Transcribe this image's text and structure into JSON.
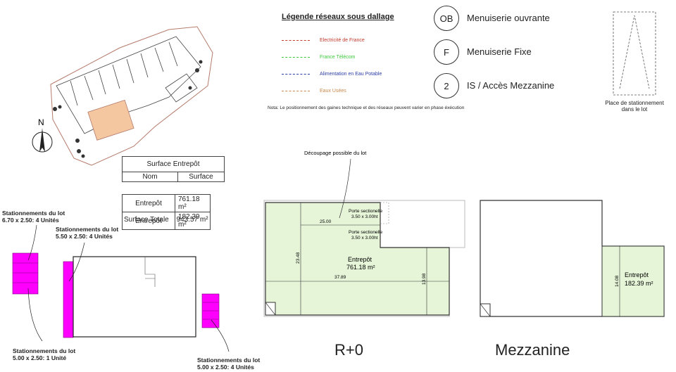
{
  "legend": {
    "title": "Légende réseaux sous dallage",
    "items": [
      {
        "label": "Electricité de France",
        "color": "#c0392b"
      },
      {
        "label": "France Télécom",
        "color": "#3cc83c"
      },
      {
        "label": "Alimentation en Eau Potable",
        "color": "#2c3ea8"
      },
      {
        "label": "Eaux Usées",
        "color": "#c8874a"
      }
    ],
    "note": "Nota: Le positionnement des gaines technique et des réseaux peuvent varier en phase éxécution"
  },
  "symbols": [
    {
      "code": "OB",
      "label": "Menuiserie ouvrante"
    },
    {
      "code": "F",
      "label": "Menuiserie Fixe"
    },
    {
      "code": "2",
      "label": "IS / Accès Mezzanine"
    }
  ],
  "parking_legend_label": "Place de stationnement dans le lot",
  "surface_table": {
    "title": "Surface Entrepôt",
    "headers": [
      "Nom",
      "Surface"
    ],
    "rows": [
      {
        "name": "Entrepôt",
        "surface": "761.18 m²"
      },
      {
        "name": "Entrepôt",
        "surface": "182.39 m²"
      }
    ],
    "total_label": "Surface Totale",
    "total_value": "943.57 m²"
  },
  "parking": [
    {
      "line1": "Stationnements du lot",
      "line2": "6.70 x 2.50: 4 Unités"
    },
    {
      "line1": "Stationnements du lot",
      "line2": "5.50 x 2.50: 4 Unités"
    },
    {
      "line1": "Stationnements du lot",
      "line2": "5.00 x 2.50: 1 Unité"
    },
    {
      "line1": "Stationnements du lot",
      "line2": "5.00 x 2.50: 4 Unités"
    }
  ],
  "site_plan": {
    "north_label": "N"
  },
  "r0": {
    "cut_label": "Découpage possible du lot",
    "door1_line1": "Porte sectionelle",
    "door1_line2": "3.50 x 3.00ht",
    "door2_line1": "Porte sectionelle",
    "door2_line2": "3.50 x 3.00ht",
    "dim_top": "25.00",
    "dim_width": "37.89",
    "dim_left": "23.48",
    "dim_right": "13.98",
    "room_name": "Entrepôt",
    "room_area": "761.18 m²",
    "caption": "R+0"
  },
  "mezz": {
    "dim_height": "14.08",
    "room_name": "Entrepôt",
    "room_area": "182.39 m²",
    "caption": "Mezzanine"
  },
  "colors": {
    "parking": "#ff00ff",
    "floor": "#e6f5d8",
    "site_building": "#f4c7a0"
  }
}
